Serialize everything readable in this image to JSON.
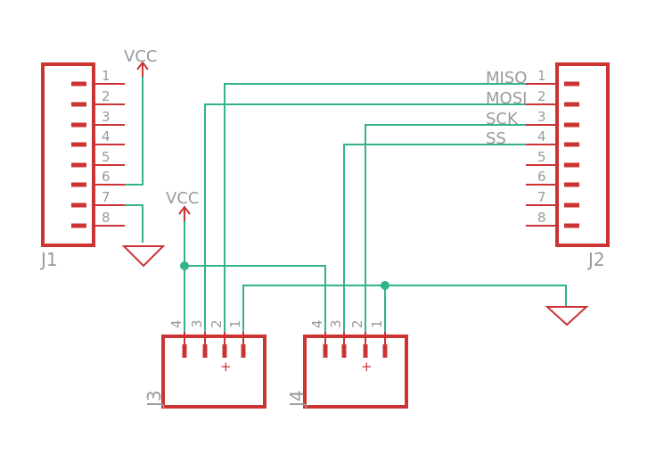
{
  "j1": {
    "ref": "J1",
    "pins": [
      "1",
      "2",
      "3",
      "4",
      "5",
      "6",
      "7",
      "8"
    ]
  },
  "j2": {
    "ref": "J2",
    "pins": [
      "1",
      "2",
      "3",
      "4",
      "5",
      "6",
      "7",
      "8"
    ],
    "signals": [
      "MISO",
      "MOSI",
      "SCK",
      "SS"
    ]
  },
  "j3": {
    "ref": "J3",
    "pins": [
      "4",
      "3",
      "2",
      "1"
    ],
    "plus": "+"
  },
  "j4": {
    "ref": "J4",
    "pins": [
      "4",
      "3",
      "2",
      "1"
    ],
    "plus": "+"
  },
  "power": {
    "vcc_top": "VCC",
    "vcc_mid": "VCC"
  },
  "colors": {
    "part": "#cc3333",
    "wire": "#33b38a",
    "label": "#9a9a9a"
  }
}
